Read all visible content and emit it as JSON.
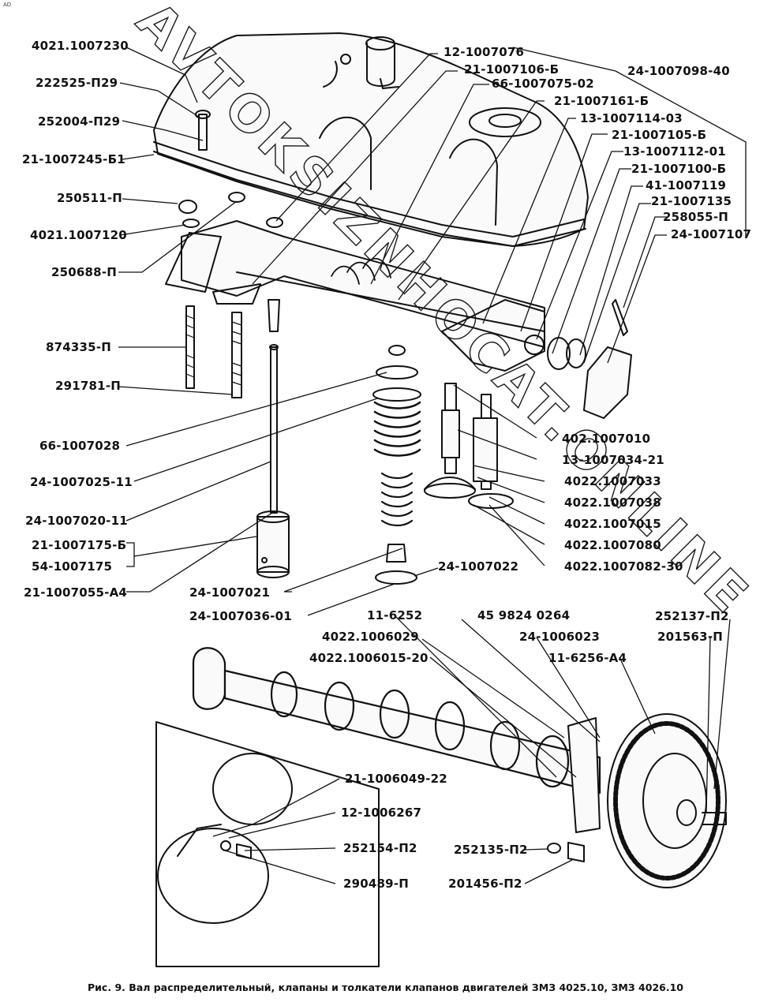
{
  "corner_mark": "AD",
  "caption": "Рис. 9. Вал распределительный, клапаны и толкатели клапанов двигателей ЗМЗ 4025.10, ЗМЗ 4026.10",
  "watermark": "AVTOKSIZNHOCAT.ONLINE",
  "labels_left": [
    "4021.1007230",
    "222525-П29",
    "252004-П29",
    "21-1007245-Б1",
    "250511-П",
    "4021.1007120",
    "250688-П",
    "874335-П",
    "291781-П",
    "66-1007028",
    "24-1007025-11",
    "24-1007020-11",
    "21-1007175-Б",
    "54-1007175",
    "21-1007055-А4"
  ],
  "labels_top": [
    "12-1007076",
    "21-1007106-Б",
    "66-1007075-02",
    "21-1007161-Б",
    "24-1007098-40"
  ],
  "labels_right": [
    "13-1007114-03",
    "21-1007105-Б",
    "13-1007112-01",
    "21-1007100-Б",
    "41-1007119",
    "21-1007135",
    "258055-П",
    "24-1007107"
  ],
  "labels_valve": [
    "402.1007010",
    "13-1007034-21",
    "4022.1007033",
    "4022.1007038",
    "4022.1007015",
    "4022.1007080",
    "4022.1007082-30"
  ],
  "labels_middle": [
    "24-1007022",
    "24-1007021",
    "24-1007036-01"
  ],
  "labels_camshaft": [
    "11-6252",
    "45 9824 0264",
    "4022.1006029",
    "24-1006023",
    "4022.1006015-20",
    "11-6256-А4",
    "252137-П2",
    "201563-П"
  ],
  "labels_bottom": [
    "21-1006049-22",
    "12-1006267",
    "252154-П2",
    "290489-П",
    "252135-П2",
    "201456-П2"
  ]
}
